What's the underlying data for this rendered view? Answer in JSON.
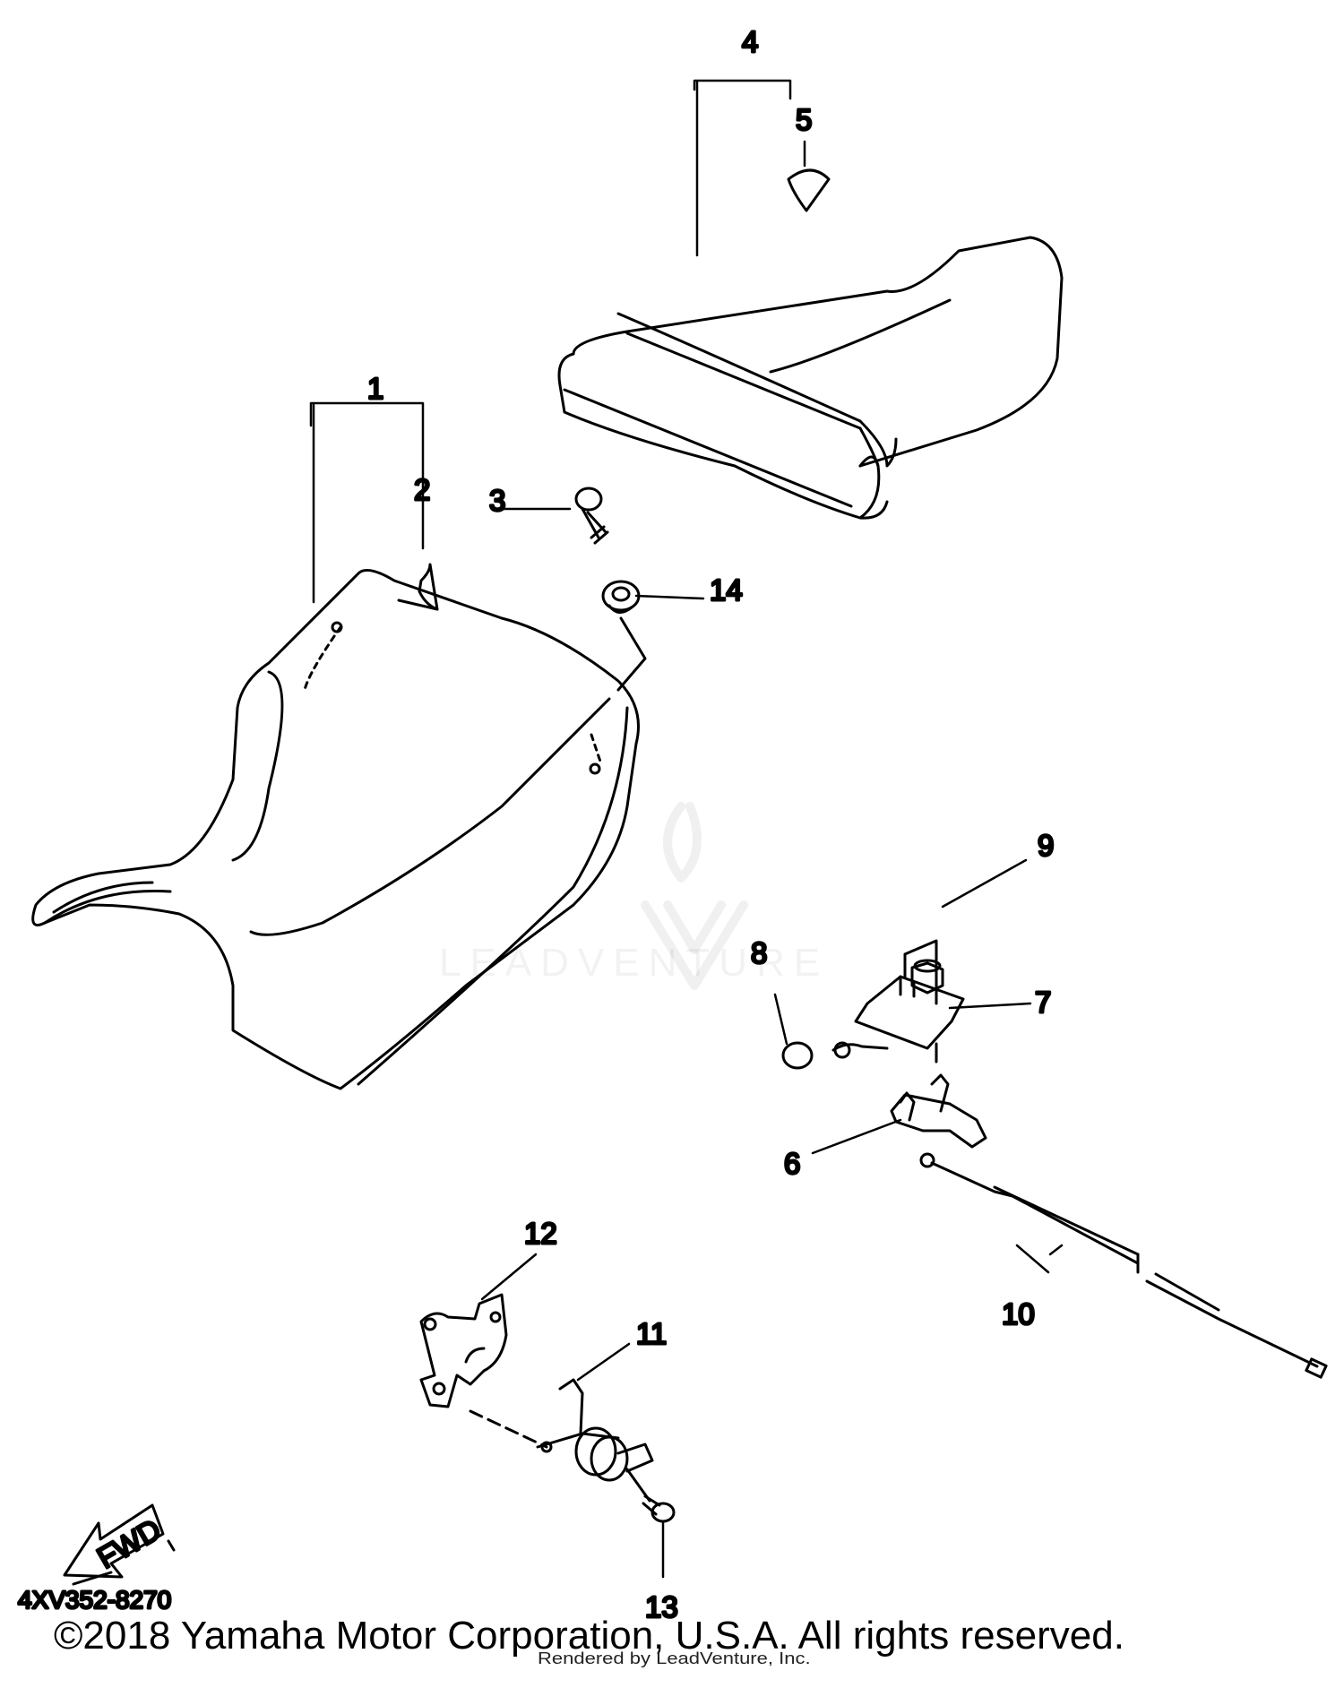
{
  "callouts": {
    "c1": "1",
    "c2": "2",
    "c3": "3",
    "c4": "4",
    "c5": "5",
    "c6": "6",
    "c7": "7",
    "c8": "8",
    "c9": "9",
    "c10": "10",
    "c11": "11",
    "c12": "12",
    "c13": "13",
    "c14": "14"
  },
  "fwd_label": "FWD",
  "diagram_code": "4XV352-8270",
  "copyright": "©2018 Yamaha Motor Corporation, U.S.A. All rights reserved.",
  "rendered_by": "Rendered by LeadVenture, Inc.",
  "watermark": "LEADVENTURE"
}
